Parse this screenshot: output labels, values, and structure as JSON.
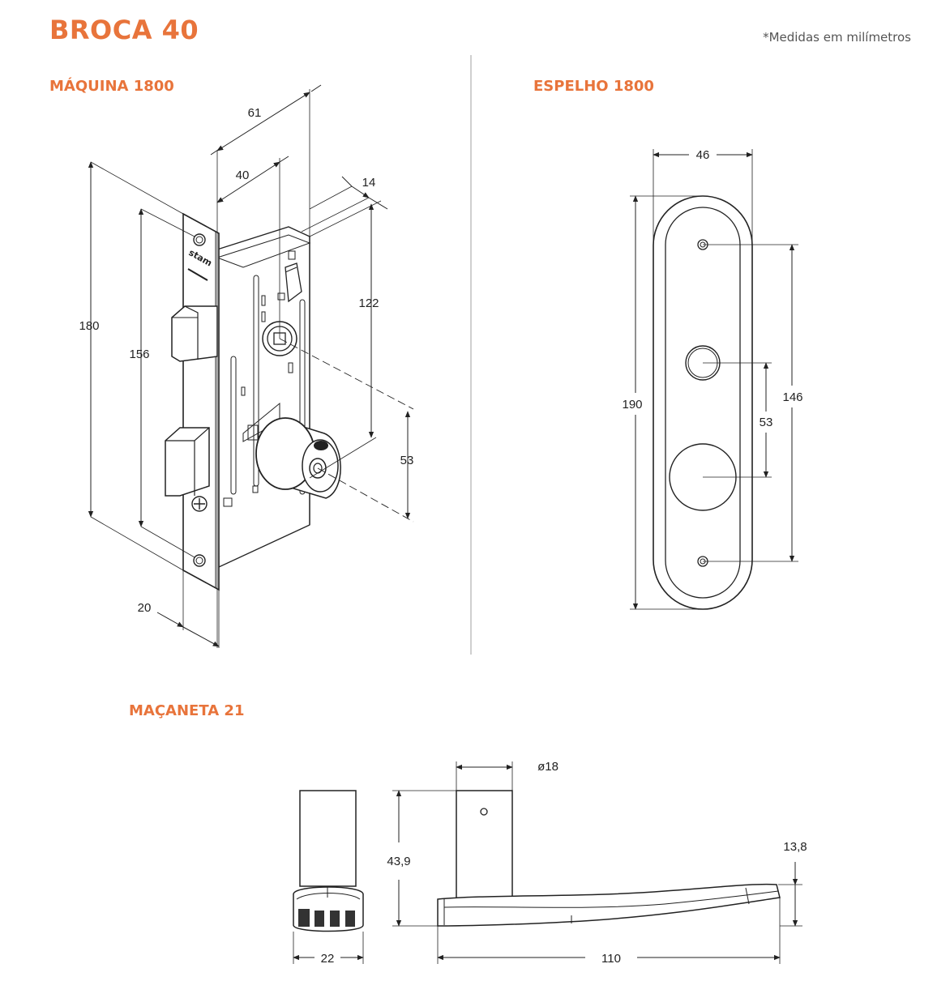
{
  "header": {
    "title": "BROCA 40",
    "note": "*Medidas em milímetros"
  },
  "colors": {
    "accent": "#e8743b",
    "line": "#222222",
    "divider": "#cfcfcf"
  },
  "sections": {
    "maquina": {
      "title": "MÁQUINA 1800",
      "dimensions": {
        "depth": "61",
        "backset": "40",
        "bolt_throw": "14",
        "faceplate_height": "180",
        "screw_spacing": "156",
        "body_height": "122",
        "handle_to_key": "53",
        "faceplate_width": "20"
      },
      "brand_mark": "stam"
    },
    "espelho": {
      "title": "ESPELHO 1800",
      "dimensions": {
        "width": "46",
        "height": "190",
        "screw_spacing": "146",
        "handle_to_key": "53"
      }
    },
    "macaneta": {
      "title": "MAÇANETA 21",
      "dimensions": {
        "diameter": "ø18",
        "height": "43,9",
        "tip_height": "13,8",
        "rose_width": "22",
        "length": "110"
      }
    }
  }
}
